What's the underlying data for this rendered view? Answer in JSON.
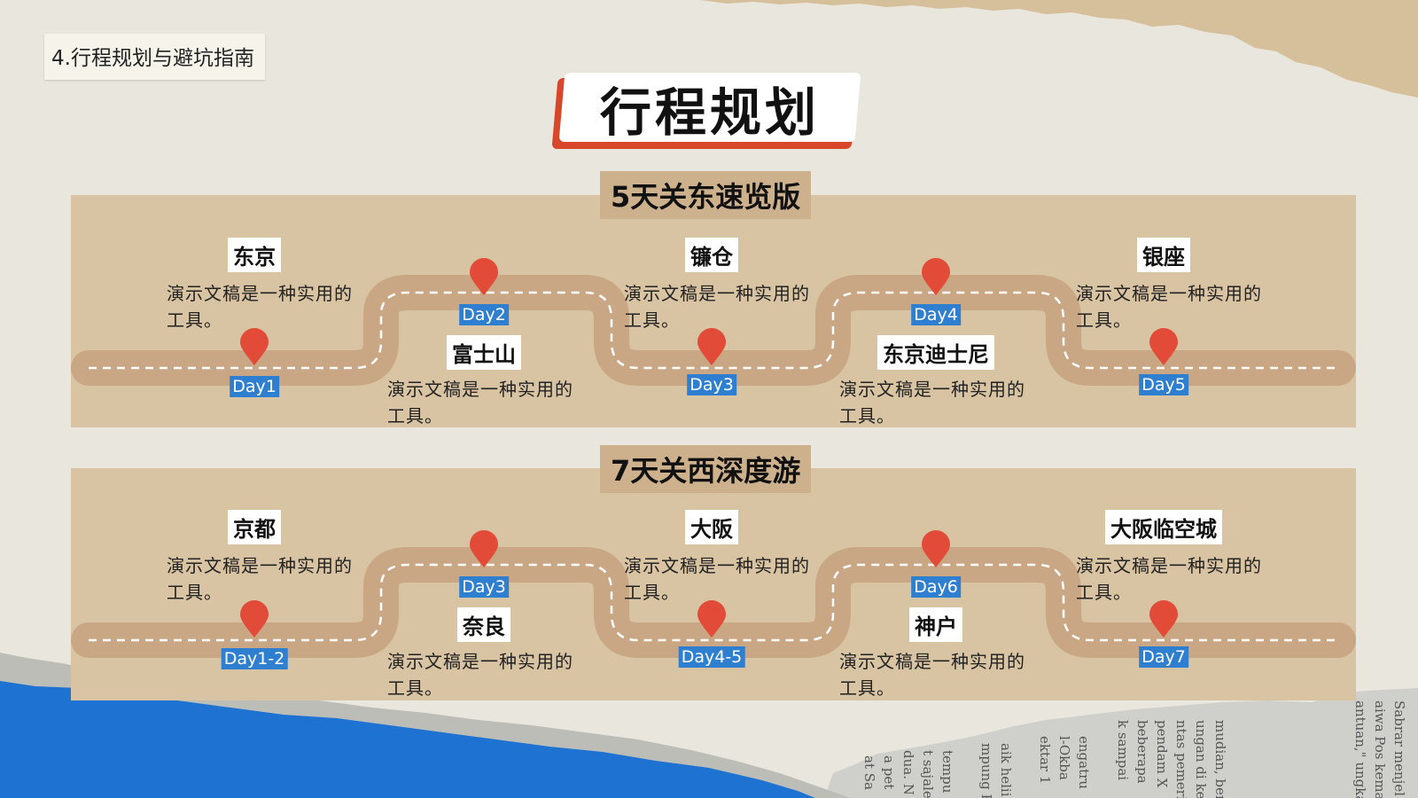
{
  "header": {
    "tag": "4.行程规划与避坑指南",
    "title": "行程规划"
  },
  "colors": {
    "road": "#caa784",
    "pin": "#e14b37",
    "badge": "#2f7fd0",
    "title_accent": "#d9472b",
    "band": "#d8c3a2",
    "torn_blue": "#1e73d2"
  },
  "routes": [
    {
      "title": "5天关东速览版",
      "stops": [
        {
          "city": "东京",
          "desc": "演示文稿是一种实用的工具。",
          "day": "Day1"
        },
        {
          "city": "富士山",
          "desc": "演示文稿是一种实用的工具。",
          "day": "Day2"
        },
        {
          "city": "镰仓",
          "desc": "演示文稿是一种实用的工具。",
          "day": "Day3"
        },
        {
          "city": "东京迪士尼",
          "desc": "演示文稿是一种实用的工具。",
          "day": "Day4"
        },
        {
          "city": "银座",
          "desc": "演示文稿是一种实用的工具。",
          "day": "Day5"
        }
      ]
    },
    {
      "title": "7天关西深度游",
      "stops": [
        {
          "city": "京都",
          "desc": "演示文稿是一种实用的工具。",
          "day": "Day1-2"
        },
        {
          "city": "奈良",
          "desc": "演示文稿是一种实用的工具。",
          "day": "Day3"
        },
        {
          "city": "大阪",
          "desc": "演示文稿是一种实用的工具。",
          "day": "Day4-5"
        },
        {
          "city": "神户",
          "desc": "演示文稿是一种实用的工具。",
          "day": "Day6"
        },
        {
          "city": "大阪临空城",
          "desc": "演示文稿是一种实用的工具。",
          "day": "Day7"
        }
      ]
    }
  ],
  "newspaper_fragments": [
    "antuan,\" ungka",
    "aiwa Pos kema",
    "Sabrar menjel",
    "mudian, berja",
    "ungan di keti",
    "ntas pemerin",
    "pendam X",
    "beberapa",
    "k sampai",
    "engatru",
    "l-Okba",
    "ektar 1",
    "aik helii",
    "mpung P",
    "tempu",
    "t sajale",
    "dua. N",
    "a pet",
    "at Sa"
  ]
}
